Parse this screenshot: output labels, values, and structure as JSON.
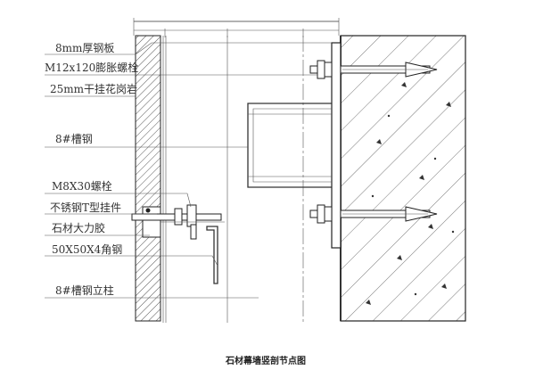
{
  "drawing": {
    "caption": "石材幕墙竖剖节点图",
    "labels": [
      {
        "id": "steel-plate",
        "text": "8mm厚钢板"
      },
      {
        "id": "expansion-bolt",
        "text": "M12x120膨胀螺栓"
      },
      {
        "id": "granite",
        "text": "25mm干挂花岗岩"
      },
      {
        "id": "channel",
        "text": "8#槽钢"
      },
      {
        "id": "bolt-m8",
        "text": "M8X30螺栓"
      },
      {
        "id": "t-hanger",
        "text": "不锈钢T型挂件"
      },
      {
        "id": "adhesive",
        "text": "石材大力胶"
      },
      {
        "id": "angle",
        "text": "50X50X4角钢"
      },
      {
        "id": "column",
        "text": "8#槽钢立柱"
      }
    ]
  }
}
